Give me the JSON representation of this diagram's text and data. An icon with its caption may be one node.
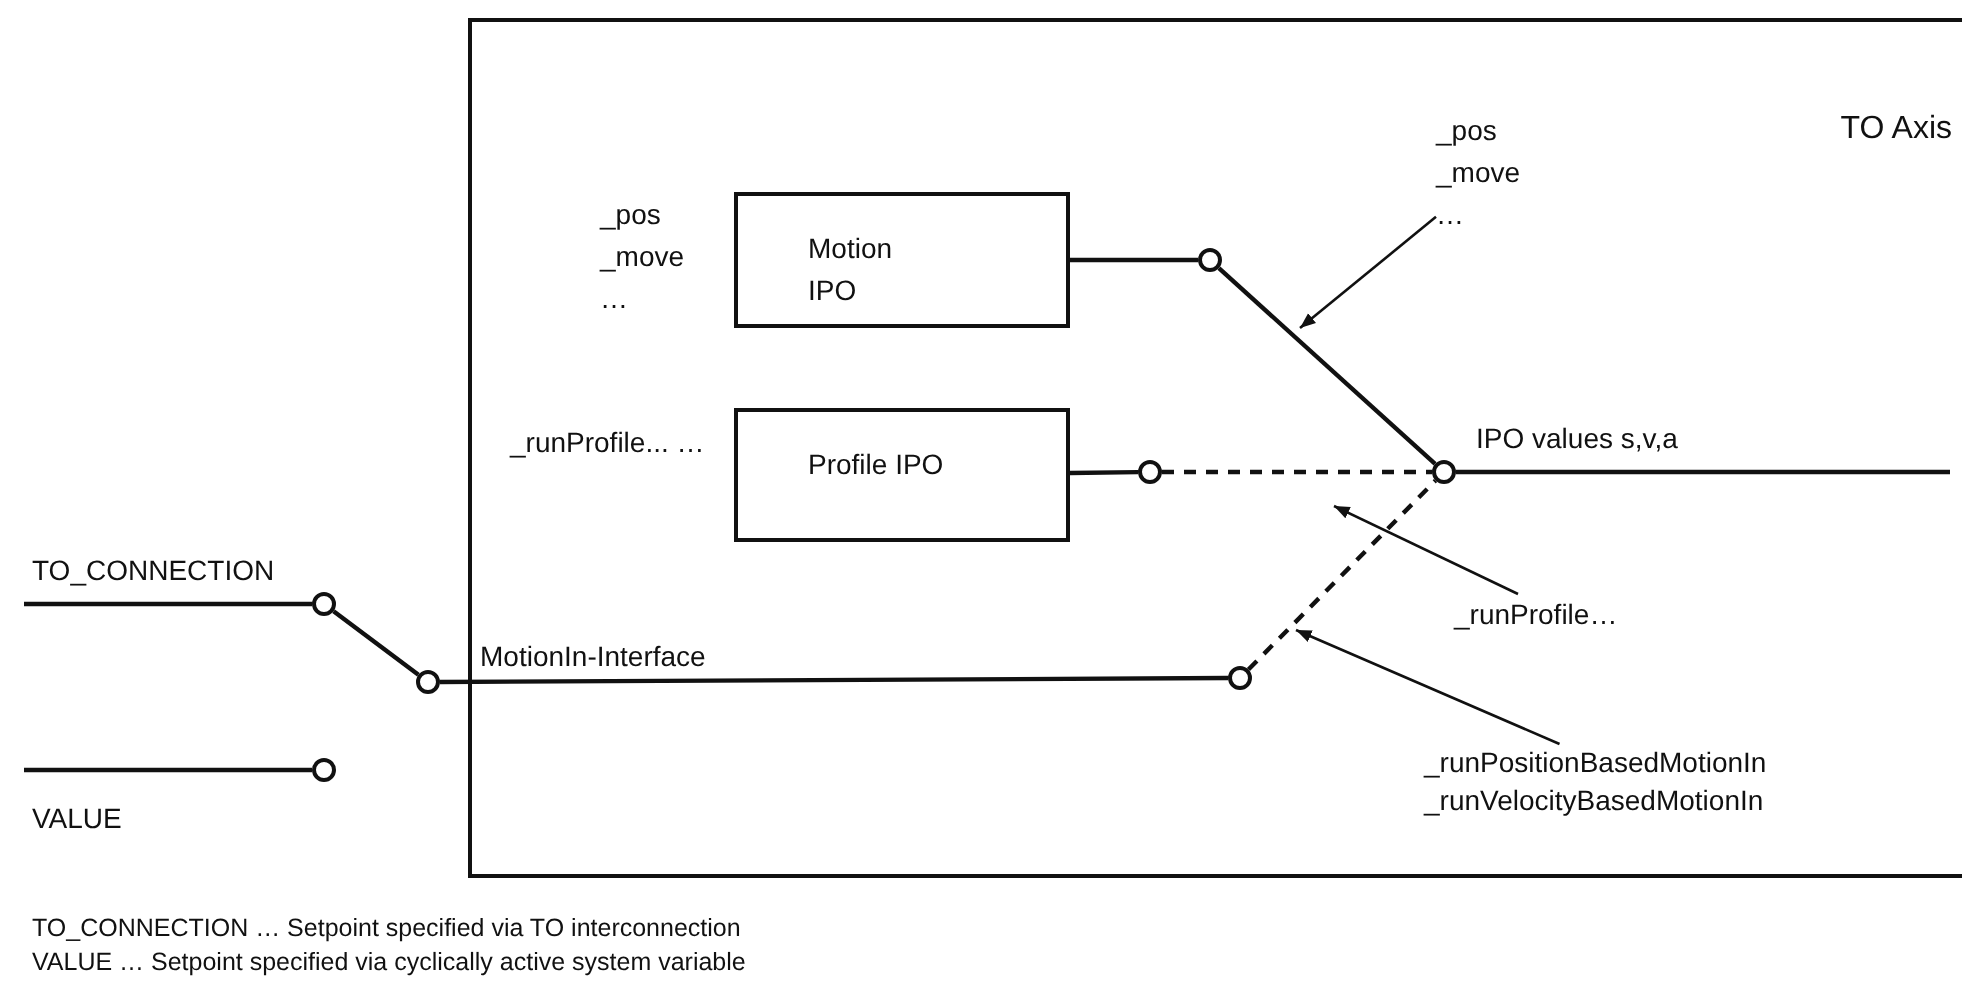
{
  "diagram": {
    "nodes": [
      {
        "text": [
          "TO Axis"
        ]
      },
      {
        "text": [
          "Motion IPO"
        ],
        "in": 0,
        "beside": [
          "_pos _move …"
        ]
      },
      {
        "text": [
          "Profile IPO"
        ],
        "in": 0,
        "beside": [
          "_runProfile... …"
        ]
      },
      {
        "text": [],
        "shape": "circle",
        "in": 0
      },
      {
        "text": [],
        "shape": "circle",
        "in": 0
      },
      {
        "text": [],
        "shape": "circle",
        "in": 0,
        "beside": [
          "IPO values s,v,a"
        ]
      },
      {
        "text": [],
        "shape": "circle",
        "in": 0
      },
      {
        "text": [],
        "shape": "circle",
        "beside": [
          "TO_CONNECTION"
        ]
      },
      {
        "text": [],
        "shape": "circle"
      },
      {
        "text": [],
        "shape": "circle"
      },
      {
        "text": [
          "_pos _move …"
        ],
        "in": 0
      },
      {
        "text": [
          "_runProfile…"
        ],
        "in": 0
      },
      {
        "text": [
          "_runPositionBasedMotionIn _runVelocityBasedMotionIn"
        ],
        "in": 0
      }
    ],
    "edges": [
      {
        "from": 1,
        "to": 3,
        "arrow": "none"
      },
      {
        "from": 3,
        "to": 5,
        "arrow": "none"
      },
      {
        "from": 2,
        "to": 4,
        "arrow": "none"
      },
      {
        "from": 4,
        "to": 5,
        "arrow": "none",
        "style": "dashed"
      },
      {
        "from": 6,
        "to": 5,
        "arrow": "none",
        "style": "dashed"
      },
      {
        "from": 5,
        "to": null,
        "arrow": "none"
      },
      {
        "from": null,
        "to": 7,
        "arrow": "none"
      },
      {
        "from": null,
        "to": 8,
        "arrow": "none"
      },
      {
        "from": 7,
        "to": 9,
        "arrow": "none"
      },
      {
        "from": 9,
        "to": 6,
        "arrow": "none",
        "label": "MotionIn-Interface"
      },
      {
        "from": 10,
        "to": null,
        "arrow": "to"
      },
      {
        "from": 11,
        "to": null,
        "arrow": "to"
      },
      {
        "from": 12,
        "to": null,
        "arrow": "to"
      }
    ],
    "labels": [
      "VALUE",
      "TO_CONNECTION … Setpoint specified via TO interconnection",
      "VALUE … Setpoint specified via cyclically active system variable"
    ]
  }
}
